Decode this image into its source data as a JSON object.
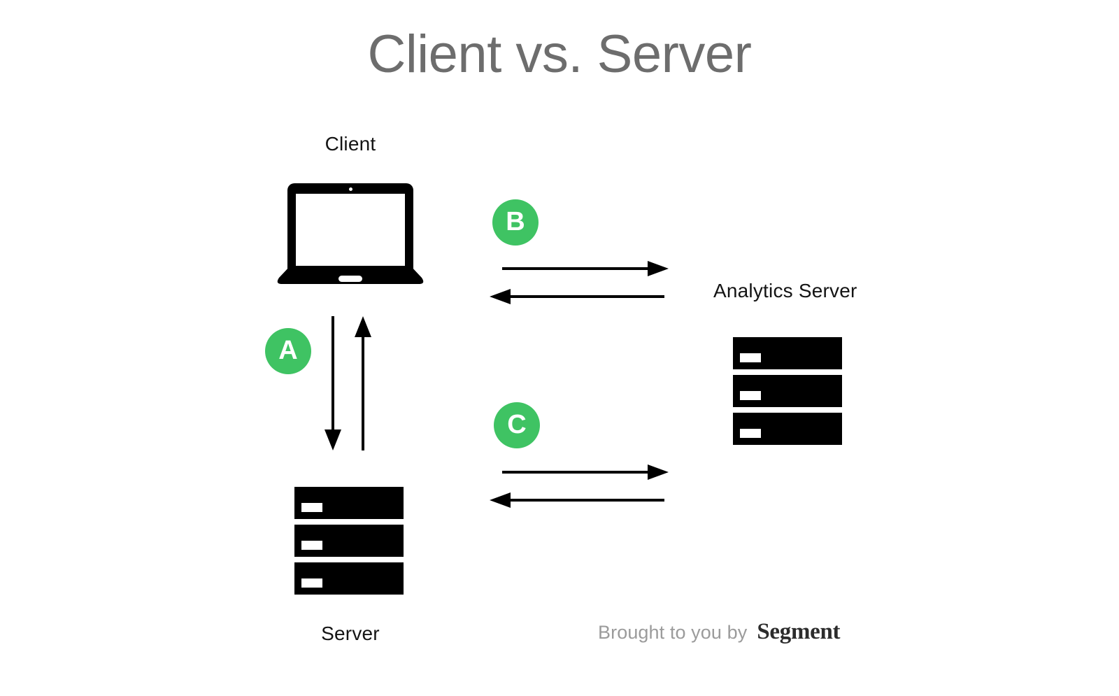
{
  "diagram": {
    "title": "Client vs. Server",
    "title_color": "#6d6d6d",
    "background": "#ffffff",
    "accent_color": "#3fc363",
    "label_color": "#141414"
  },
  "nodes": {
    "client": {
      "label": "Client",
      "icon": "laptop-icon"
    },
    "server": {
      "label": "Server",
      "icon": "server-rack-icon"
    },
    "analytics_server": {
      "label": "Analytics Server",
      "icon": "server-rack-icon"
    }
  },
  "badges": [
    {
      "key": "a",
      "letter": "A",
      "icon": "step-badge-a"
    },
    {
      "key": "b",
      "letter": "B",
      "icon": "step-badge-b"
    },
    {
      "key": "c",
      "letter": "C",
      "icon": "step-badge-c"
    }
  ],
  "connections": [
    {
      "key": "ab_out",
      "from": "client",
      "to": "analytics_server",
      "direction": "right",
      "badge": "B"
    },
    {
      "key": "ab_in",
      "from": "analytics_server",
      "to": "client",
      "direction": "left",
      "badge": "B"
    },
    {
      "key": "a_down",
      "from": "client",
      "to": "server",
      "direction": "down",
      "badge": "A"
    },
    {
      "key": "a_up",
      "from": "server",
      "to": "client",
      "direction": "up",
      "badge": "A"
    },
    {
      "key": "c_out",
      "from": "server",
      "to": "analytics_server",
      "direction": "right",
      "badge": "C"
    },
    {
      "key": "c_in",
      "from": "analytics_server",
      "to": "server",
      "direction": "left",
      "badge": "C"
    }
  ],
  "attribution": {
    "prefix": "Brought to you by",
    "brand": "Segment"
  }
}
